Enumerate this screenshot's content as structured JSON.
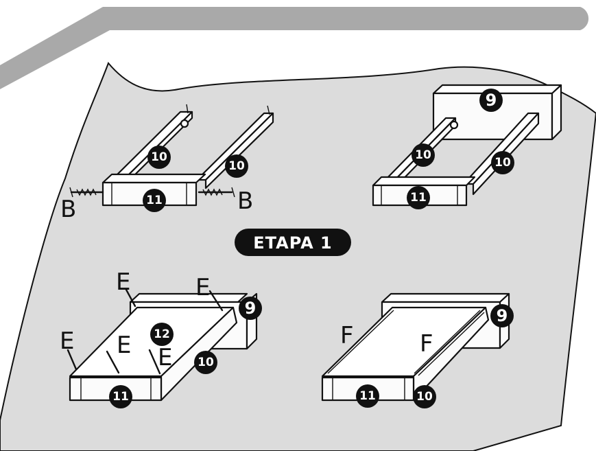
{
  "step_label": "ETAPA 1",
  "screw_label": "B",
  "staple_label": "E",
  "rail_label": "F",
  "parts": {
    "p9": "9",
    "p10": "10",
    "p11": "11",
    "p12": "12"
  },
  "colors": {
    "floor": "#dcdcdc",
    "band": "#a9a9a9",
    "badge": "#111111"
  }
}
